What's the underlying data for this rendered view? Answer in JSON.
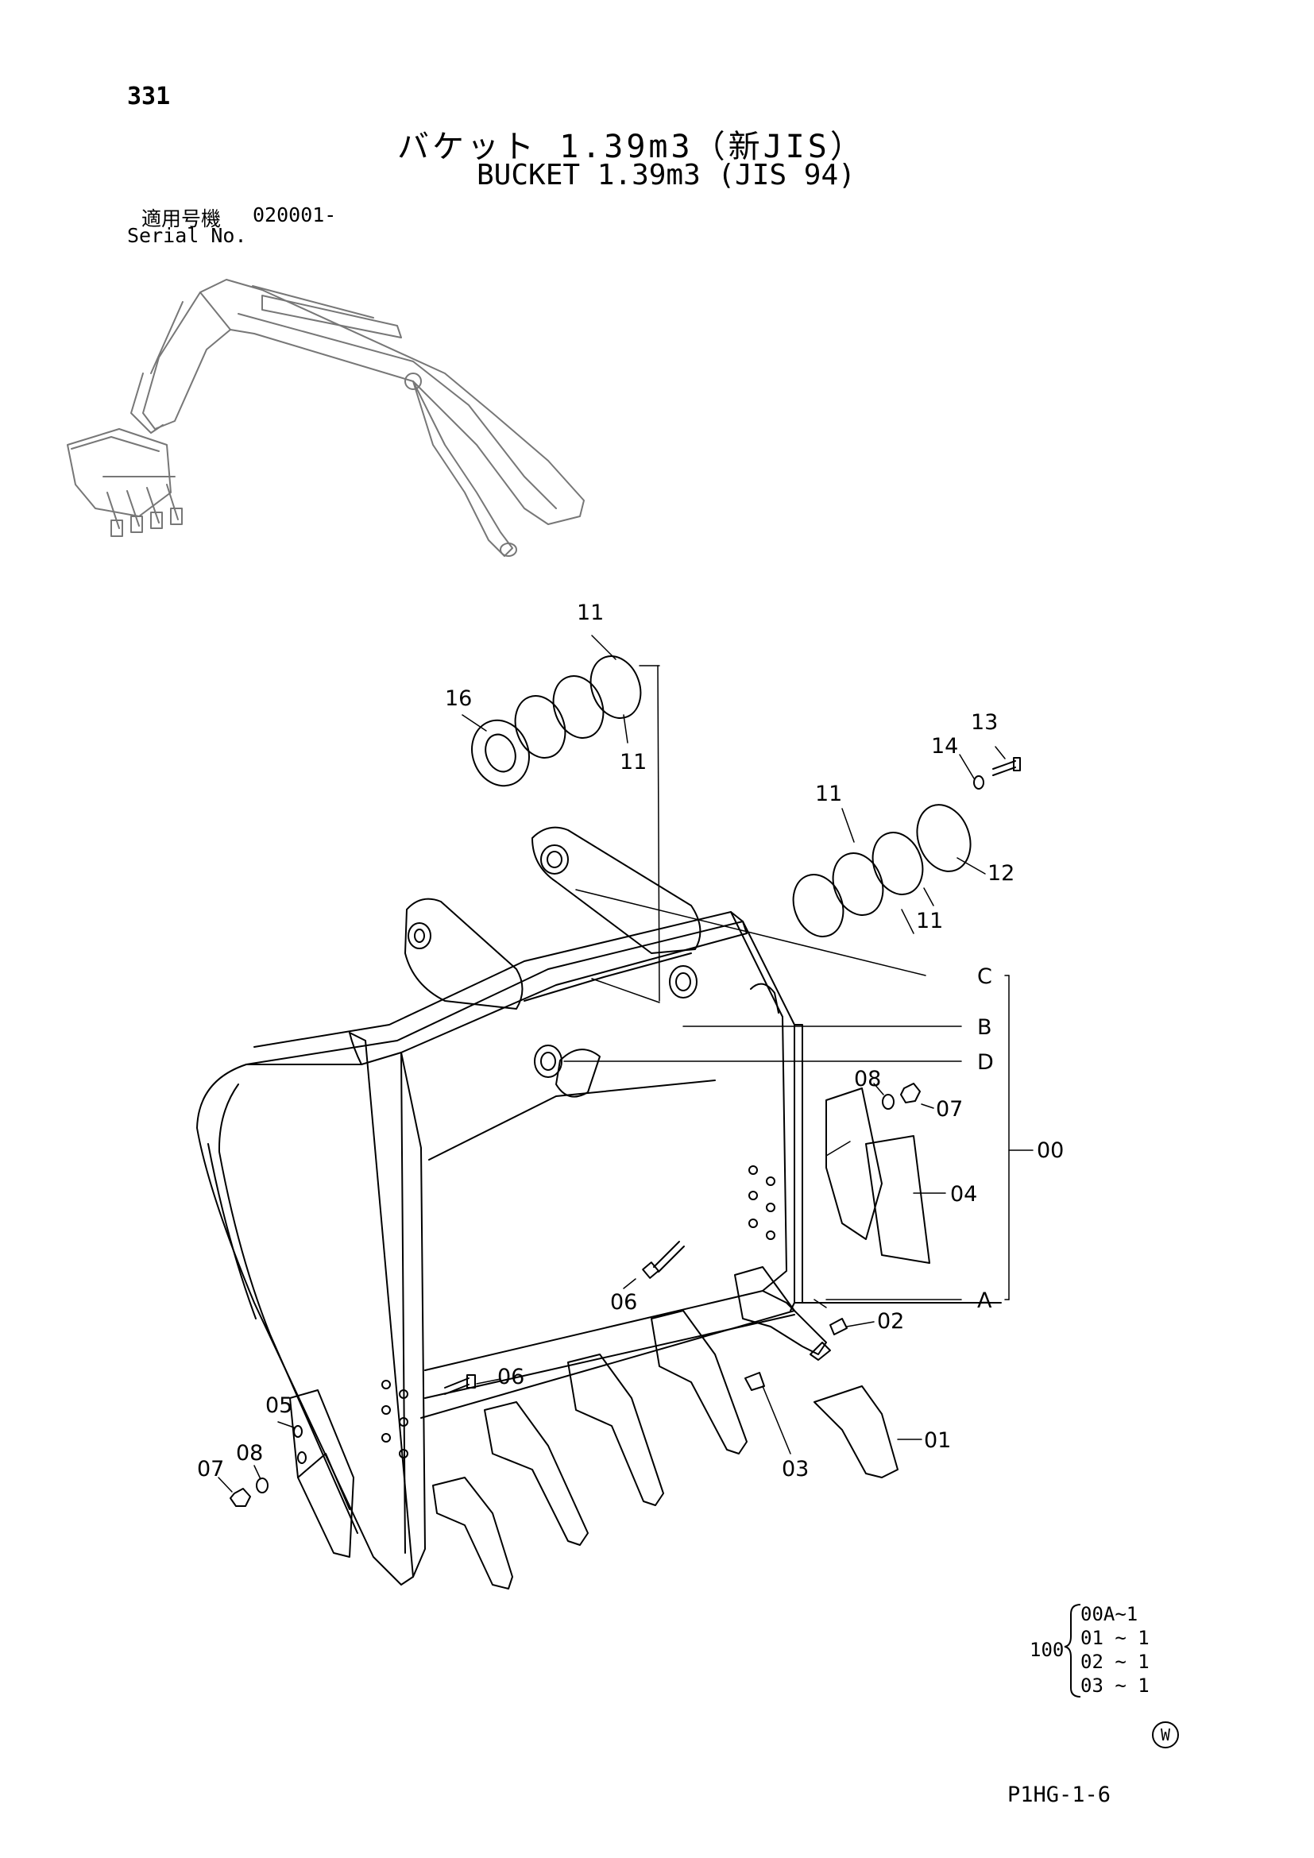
{
  "page": {
    "number": "331",
    "drawing_code": "P1HG-1-6",
    "mark": "W"
  },
  "title": {
    "japanese": "バケット 1.39m3（新JIS）",
    "english": "BUCKET 1.39m3 (JIS 94)"
  },
  "serial": {
    "label_jp": "適用号機",
    "value": "020001-",
    "label_en": "Serial No."
  },
  "callouts": [
    "11",
    "11",
    "16",
    "13",
    "14",
    "11",
    "12",
    "11",
    "C",
    "B",
    "D",
    "00",
    "08",
    "07",
    "04",
    "A",
    "02",
    "06",
    "06",
    "05",
    "08",
    "07",
    "03",
    "01"
  ],
  "kit": {
    "total": "100",
    "items": [
      "00A~1",
      "01 ~ 1",
      "02 ~ 1",
      "03 ~ 1"
    ]
  }
}
